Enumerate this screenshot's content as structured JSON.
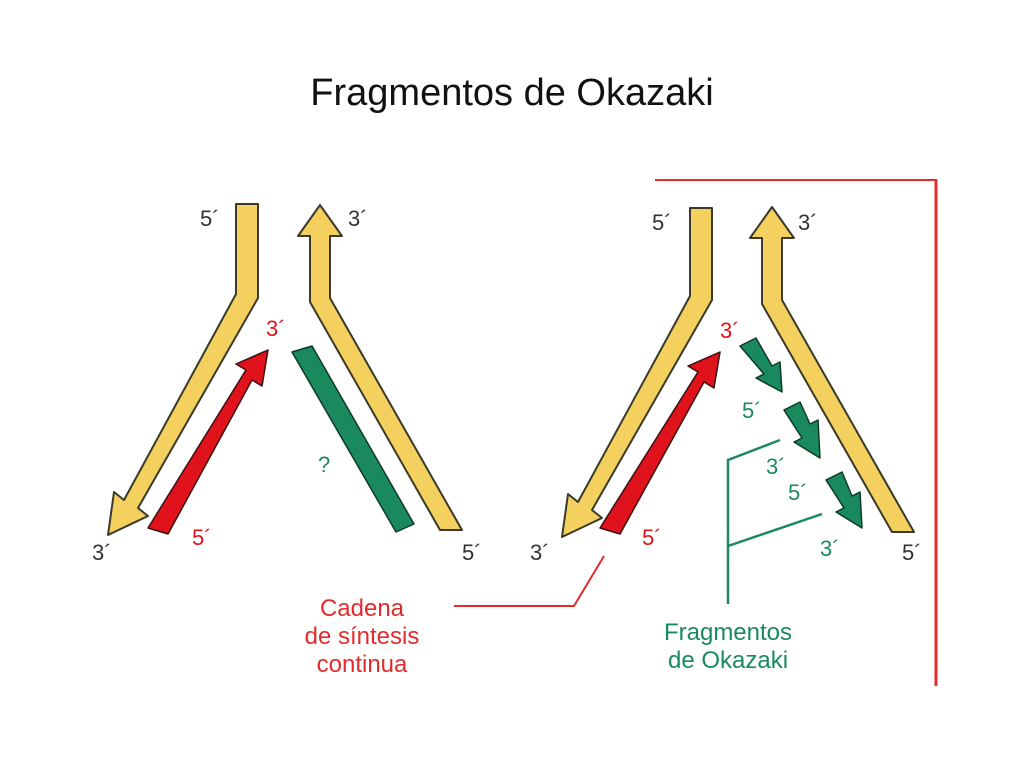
{
  "title": "Fragmentos de Okazaki",
  "colors": {
    "template_strand": "#f4d05f",
    "template_outline": "#3a3a2a",
    "continuous_strand": "#e0121c",
    "okazaki_strand": "#1a8a5e",
    "frame_red": "#e32b2b"
  },
  "left_fork": {
    "label_5_top": "5´",
    "label_3_top": "3´",
    "label_3_fork": "3´",
    "label_5_red": "5´",
    "label_3_bottom_left": "3´",
    "label_5_bottom_right": "5´",
    "label_question": "?"
  },
  "right_fork": {
    "label_5_top": "5´",
    "label_3_top": "3´",
    "label_3_fork": "3´",
    "label_5_red": "5´",
    "label_5_frag1": "5´",
    "label_3_frag2": "3´",
    "label_5_frag2": "5´",
    "label_3_frag3": "3´",
    "label_3_bottom_left": "3´",
    "label_5_bottom_right": "5´"
  },
  "captions": {
    "continuous_line1": "Cadena",
    "continuous_line2": "de síntesis",
    "continuous_line3": "continua",
    "okazaki_line1": "Fragmentos",
    "okazaki_line2": "de Okazaki"
  }
}
